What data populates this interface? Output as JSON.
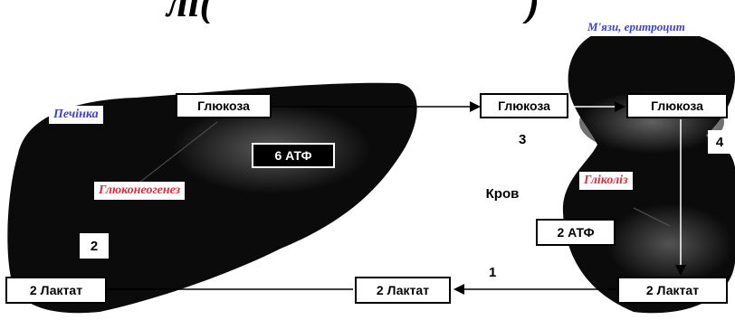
{
  "header": {
    "title": "лі(",
    "title_tail": ")"
  },
  "organs": {
    "liver_label": "Печінка",
    "muscle_label": "М'язи, еритроцит",
    "blood_label": "Кров"
  },
  "processes": {
    "gluconeogenesis": "Глюконеогенез",
    "glycolysis": "Гліколіз"
  },
  "boxes": {
    "liver_glucose": "Глюкоза",
    "liver_atp": "6 АТФ",
    "liver_lactate": "2 Лактат",
    "blood_glucose": "Глюкоза",
    "muscle_glucose": "Глюкоза",
    "muscle_atp": "2 АТФ",
    "blood_lactate": "2 Лактат",
    "muscle_lactate": "2 Лактат"
  },
  "steps": {
    "s1": "1",
    "s2": "2",
    "s3": "3",
    "s4": "4"
  },
  "colors": {
    "organ_fill": "#0a0a0a",
    "label_blue": "#3b44c8",
    "label_red": "#d8303c"
  }
}
